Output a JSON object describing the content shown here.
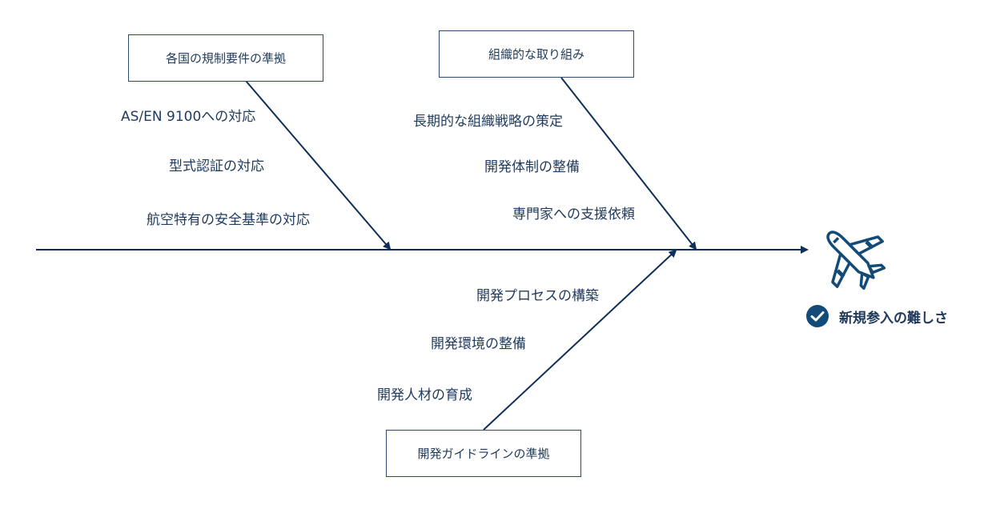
{
  "categories": [
    {
      "label": "各国の規制要件の準拠",
      "causes": [
        "AS/EN 9100への対応",
        "型式認証の対応",
        "航空特有の安全基準の対応"
      ]
    },
    {
      "label": "組織的な取り組み",
      "causes": [
        "長期的な組織戦略の策定",
        "開発体制の整備",
        "専門家への支援依頼"
      ]
    },
    {
      "label": "開発ガイドラインの準拠",
      "causes": [
        "開発プロセスの構築",
        "開発環境の整備",
        "開発人材の育成"
      ]
    }
  ],
  "effect": {
    "label": "新規参入の難しさ",
    "icons": [
      "airplane-icon",
      "check-circle-icon"
    ]
  },
  "colors": {
    "line": "#0e2f57",
    "text": "#1f3a5c",
    "icon": "#124a78"
  }
}
